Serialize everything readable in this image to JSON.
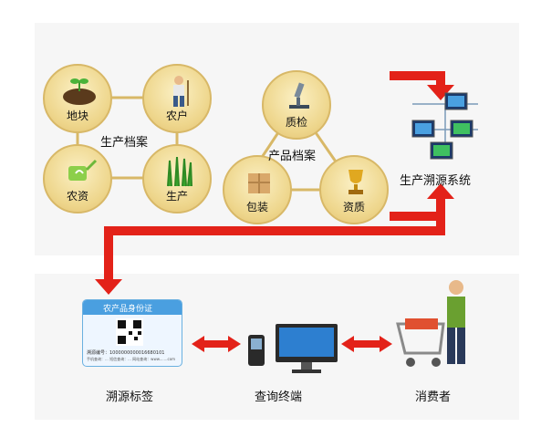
{
  "production_archive": {
    "label": "生产档案",
    "nodes": [
      "地块",
      "农户",
      "农资",
      "生产"
    ]
  },
  "product_archive": {
    "label": "产品档案",
    "nodes": [
      "质检",
      "包装",
      "资质"
    ]
  },
  "system": {
    "label": "生产溯源系统"
  },
  "card": {
    "title": "农产品身份证",
    "code_label": "溯源编号：1000000000016680101",
    "footer": "手机查询：...  短信查询：...  网站查询：www.......com"
  },
  "bottom": {
    "labels": [
      "溯源标签",
      "查询终端",
      "消费者"
    ]
  },
  "colors": {
    "arrow": "#e32219",
    "circle": "#eed68c",
    "circle_border": "#d8b867",
    "panel": "#f6f6f6"
  }
}
